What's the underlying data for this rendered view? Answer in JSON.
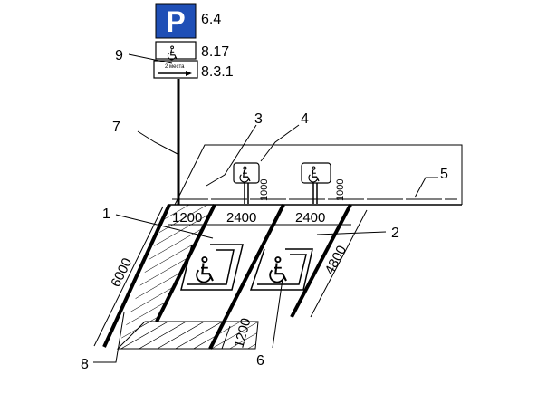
{
  "signs": {
    "parking_letter": "P",
    "code_parking": "6.4",
    "code_disabled": "8.17",
    "code_places": "8.3.1",
    "places_text": "2 места"
  },
  "callouts": [
    "1",
    "2",
    "3",
    "4",
    "5",
    "6",
    "7",
    "8",
    "9"
  ],
  "dimensions": {
    "width_1200": "1200",
    "width_2400_a": "2400",
    "width_2400_b": "2400",
    "depth_6000": "6000",
    "depth_4800": "4800",
    "hatch_1200": "1200",
    "post_height_a": "1000",
    "post_height_b": "1000"
  },
  "colors": {
    "sign_blue": "#1f4fb6",
    "line": "#000000"
  }
}
